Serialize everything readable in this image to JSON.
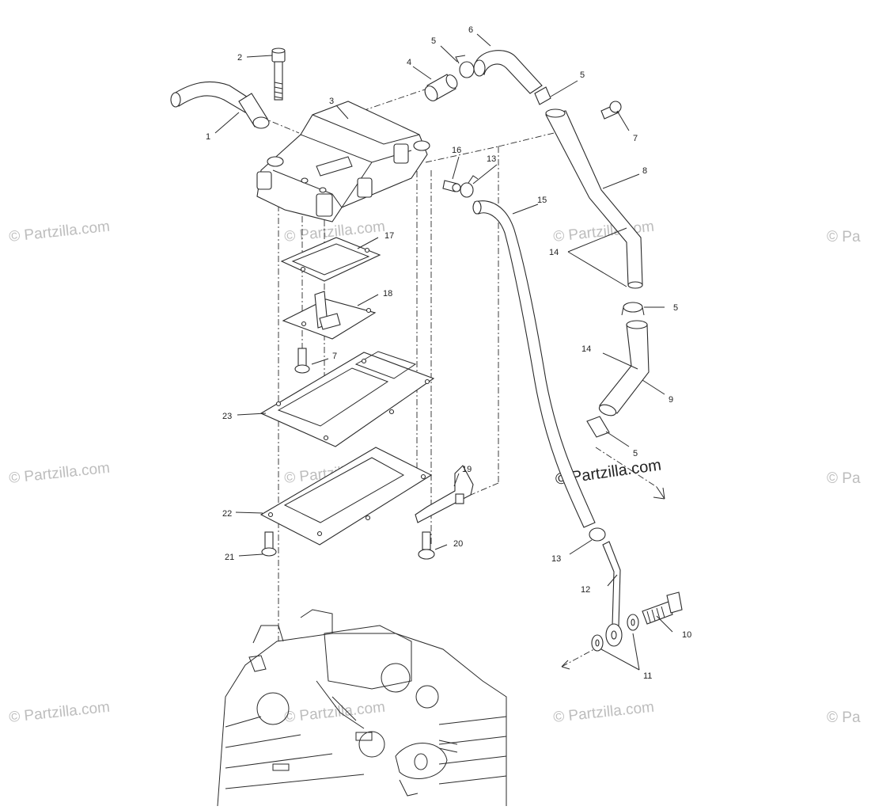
{
  "watermark": {
    "text": "© Partzilla.com",
    "partial_text": "© Pa"
  },
  "callouts": [
    "1",
    "2",
    "3",
    "4",
    "5",
    "5",
    "5",
    "5",
    "6",
    "7",
    "7",
    "8",
    "9",
    "10",
    "11",
    "12",
    "13",
    "13",
    "14",
    "14",
    "15",
    "16",
    "17",
    "18",
    "19",
    "20",
    "21",
    "22",
    "23"
  ],
  "colors": {
    "line": "#2a2a2a",
    "watermark": "#bdbdbd",
    "background": "#ffffff"
  }
}
